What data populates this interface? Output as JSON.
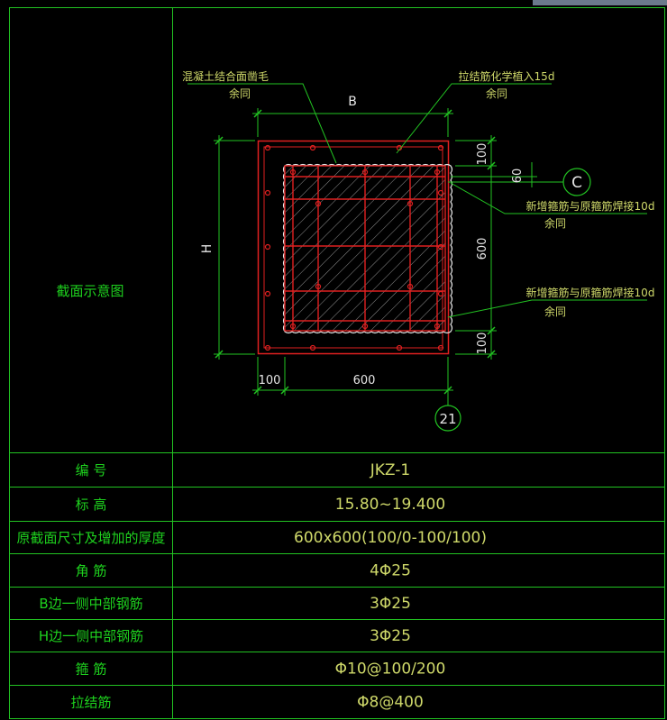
{
  "colors": {
    "background": "#000000",
    "frame": "#22c322",
    "annotation": "#22c322",
    "label_text": "#1ed21e",
    "value_text": "#cfd96a",
    "rebar_red": "#e02020",
    "concrete_white": "#e8e8e8",
    "hatch": "#a0a0a0"
  },
  "drawing": {
    "row_header": "截面示意图",
    "annotations": {
      "roughen_line1": "混凝土结合面凿毛",
      "roughen_line2": "余同",
      "tie_anchor_line1": "拉结筋化学植入15d",
      "tie_anchor_line2": "余同",
      "weld_top_line1": "新增箍筋与原箍筋焊接10d",
      "weld_top_line2": "余同",
      "weld_bottom_line1": "新增箍筋与原箍筋焊接10d",
      "weld_bottom_line2": "余同"
    },
    "dimensions": {
      "b_label": "B",
      "h_label": "H",
      "top_100": "100",
      "offset_60": "60",
      "right_600": "600",
      "bottom_right_100": "100",
      "bottom_left_100": "100",
      "bottom_600": "600"
    },
    "axis_c": "C",
    "axis_21": "21"
  },
  "table": {
    "rows": [
      {
        "label": "编  号",
        "value": "JKZ-1"
      },
      {
        "label": "标  高",
        "value": "15.80~19.400"
      },
      {
        "label": "原截面尺寸及增加的厚度",
        "value": "600x600(100/0-100/100)"
      },
      {
        "label": "角  筋",
        "value": "4Φ25"
      },
      {
        "label": "B边一侧中部钢筋",
        "value": "3Φ25"
      },
      {
        "label": "H边一侧中部钢筋",
        "value": "3Φ25"
      },
      {
        "label": "箍  筋",
        "value": "Φ10@100/200"
      },
      {
        "label": "拉结筋",
        "value": "Φ8@400"
      }
    ]
  }
}
